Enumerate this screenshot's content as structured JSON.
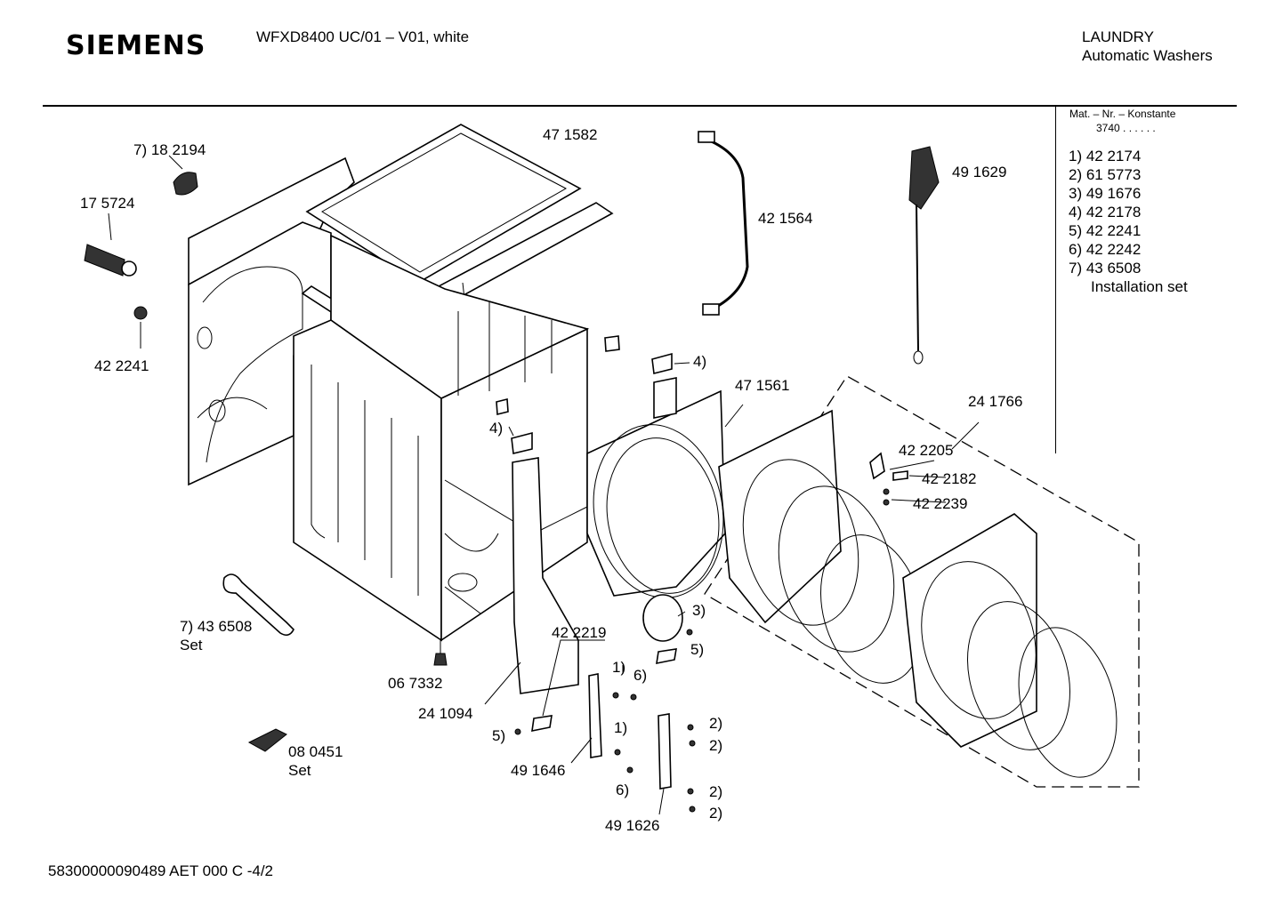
{
  "header": {
    "brand": "SIEMENS",
    "model": "WFXD8400 UC/01 – V01, white",
    "category": "LAUNDRY",
    "subcategory": "Automatic Washers"
  },
  "legend": {
    "heading": "Mat. – Nr. – Konstante",
    "value": "3740  .  .    .  .  .  .",
    "items": [
      "1)  42 2174",
      "2)  61 5773",
      "3)  49 1676",
      "4)  42 2178",
      "5)  42 2241",
      "6)  42 2242",
      "7)  43 6508"
    ],
    "note": "Installation set"
  },
  "labels": {
    "l182194": "7) 18 2194",
    "l175724": "17 5724",
    "l422241": "42 2241",
    "l471582": "47 1582",
    "l421564": "42 1564",
    "l491629": "49 1629",
    "l4a": "4)",
    "l471561": "47 1561",
    "l241766": "24 1766",
    "l4b": "4)",
    "l422205": "42 2205",
    "l422182": "42 2182",
    "l422239": "42 2239",
    "l436508": "7)  43 6508",
    "lset1": "Set",
    "l3": "3)",
    "l422219": "42 2219",
    "l5a": "5)",
    "l1a": "1)",
    "l6a": "6)",
    "l067332": "06 7332",
    "l241094": "24 1094",
    "l5b": "5)",
    "l2a": "2)",
    "l2b": "2)",
    "l1b": "1)",
    "l080451": "08 0451",
    "lset2": "Set",
    "l491646": "49 1646",
    "l6b": "6)",
    "l2c": "2)",
    "l2d": "2)",
    "l491626": "49 1626"
  },
  "footer": {
    "code": "58300000090489 AET 000 C -4/2"
  }
}
